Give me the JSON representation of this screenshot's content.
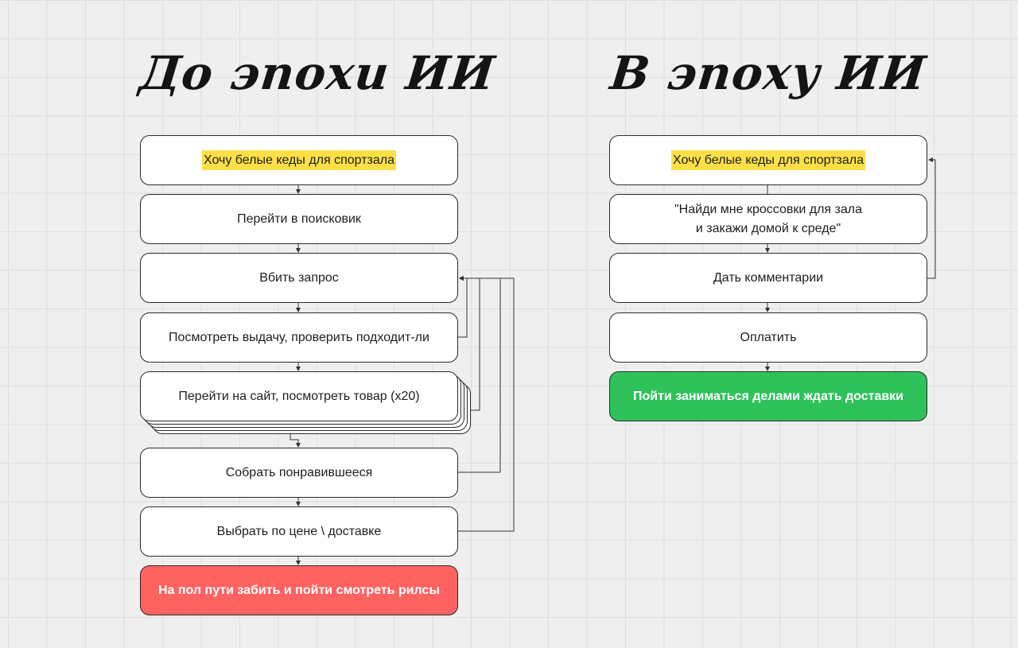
{
  "left": {
    "title": "До эпохи ИИ",
    "steps": [
      "Хочу белые кеды для спортзала",
      "Перейти в поисковик",
      "Вбить запрос",
      "Посмотреть выдачу, проверить подходит-ли",
      "Перейти на сайт, посмотреть товар (x20)",
      "Собрать понравившееся",
      "Выбрать по цене \\ доставке",
      "На пол пути забить и пойти смотреть рилсы"
    ]
  },
  "right": {
    "title": "В эпоху ИИ",
    "steps": [
      "Хочу белые кеды для спортзала",
      "\"Найди мне кроссовки для зала",
      "и закажи домой к среде\"",
      "Дать комментарии",
      "Оплатить",
      "Пойти заниматься делами ждать доставки"
    ]
  },
  "colors": {
    "highlight": "#fde047",
    "fail_box": "#ff6361",
    "success_box": "#2fc25b"
  }
}
